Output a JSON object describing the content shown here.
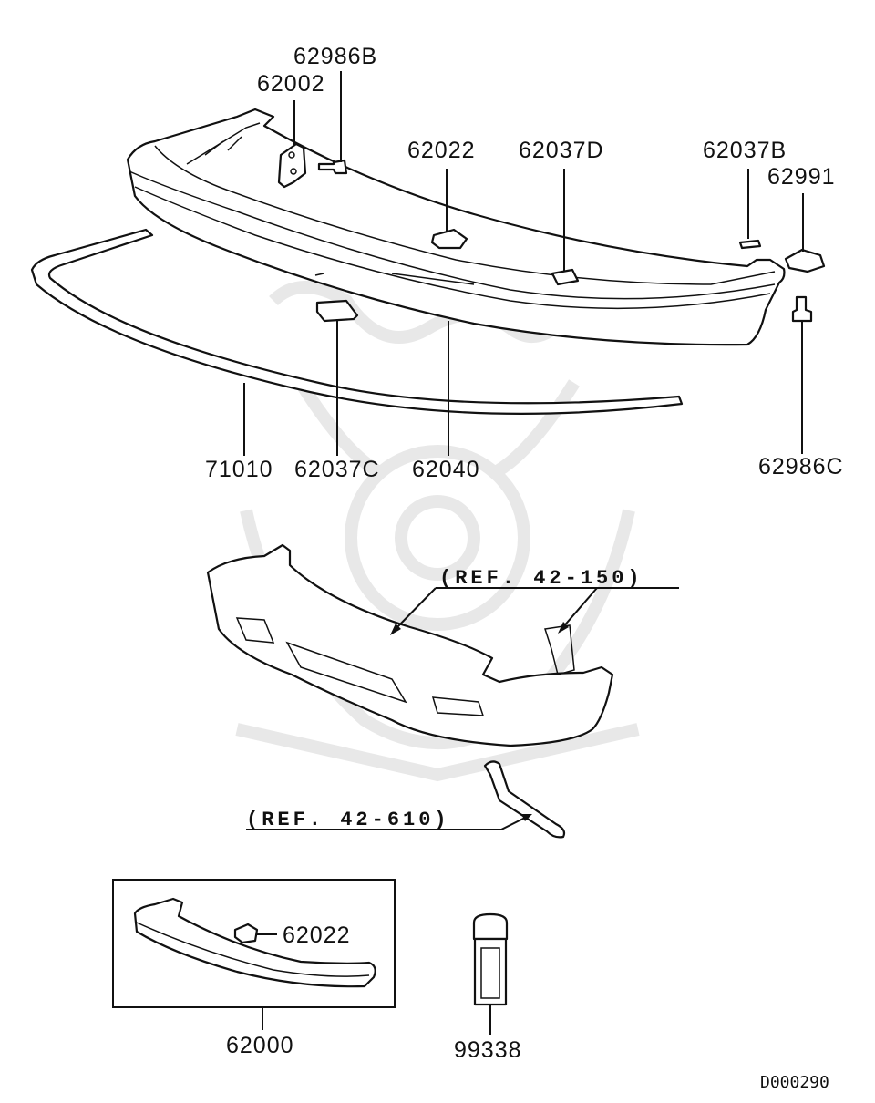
{
  "labels": {
    "p62986B": "62986B",
    "p62002": "62002",
    "p62022": "62022",
    "p62037D": "62037D",
    "p62037B": "62037B",
    "p62991": "62991",
    "p71010": "71010",
    "p62037C": "62037C",
    "p62040": "62040",
    "p62986C": "62986C",
    "ref_42_150": "(REF. 42-150)",
    "ref_42_610": "(REF. 42-610)",
    "p62022_inset": "62022",
    "p62000": "62000",
    "p99338": "99338",
    "diagram_code": "D000290"
  }
}
